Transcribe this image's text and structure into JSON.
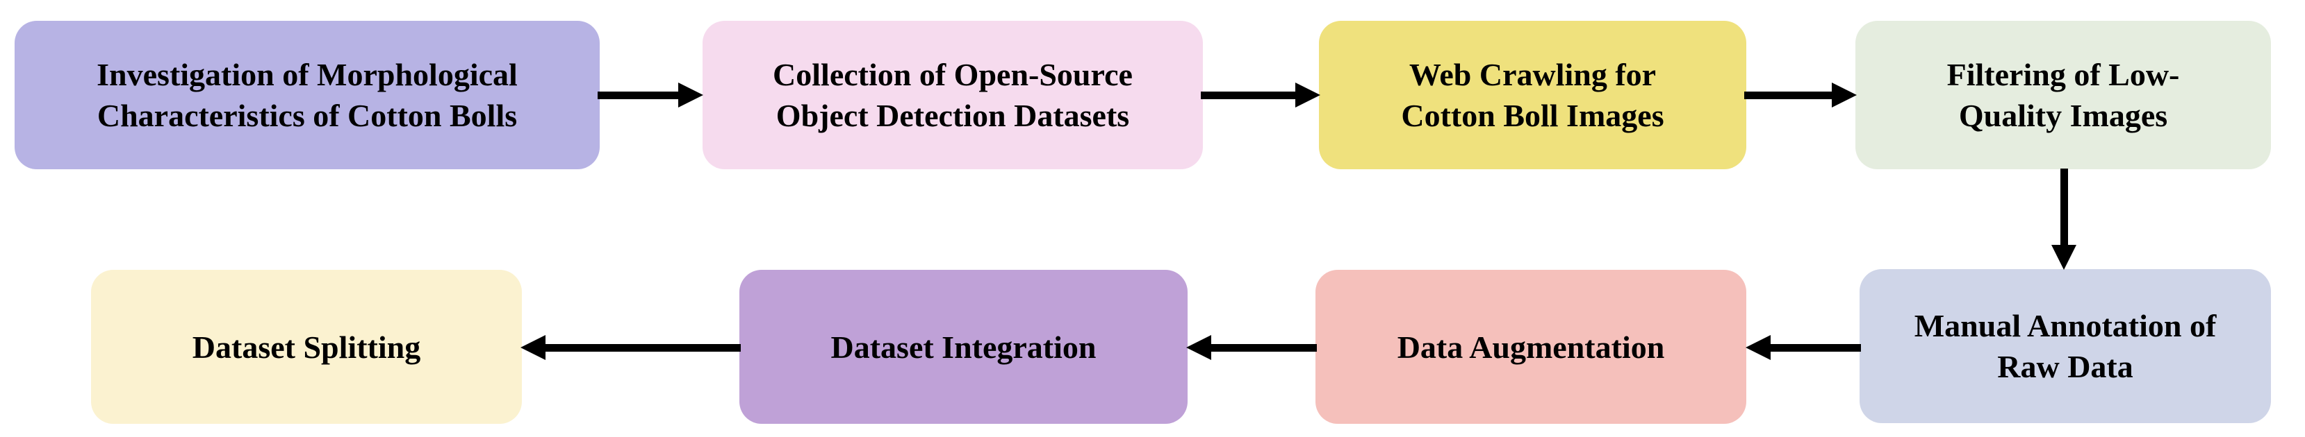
{
  "diagram": {
    "type": "flowchart",
    "text_color": "#000000",
    "arrow_color": "#000000",
    "nodes": [
      {
        "label": "Investigation of Morphological Characteristics of Cotton Bolls",
        "lines": [
          "Investigation of Morphological",
          "Characteristics of Cotton Bolls"
        ],
        "color": "#b7b3e4"
      },
      {
        "label": "Collection of Open-Source Object Detection Datasets",
        "lines": [
          "Collection of Open-Source",
          "Object Detection Datasets"
        ],
        "color": "#f6dbee"
      },
      {
        "label": "Web Crawling for Cotton Boll Images",
        "lines": [
          "Web Crawling for",
          "Cotton Boll Images"
        ],
        "color": "#efe17d"
      },
      {
        "label": "Filtering of Low-Quality Images",
        "lines": [
          "Filtering of Low-",
          "Quality Images"
        ],
        "color": "#e5eddf"
      },
      {
        "label": "Manual Annotation of Raw Data",
        "lines": [
          "Manual Annotation of",
          "Raw Data"
        ],
        "color": "#cfd5e8"
      },
      {
        "label": "Data Augmentation",
        "lines": [
          "Data Augmentation"
        ],
        "color": "#f5c0bb"
      },
      {
        "label": "Dataset Integration",
        "lines": [
          "Dataset Integration"
        ],
        "color": "#bfa1d7"
      },
      {
        "label": "Dataset Splitting",
        "lines": [
          "Dataset Splitting"
        ],
        "color": "#fbf2d0"
      }
    ],
    "edges": [
      {
        "from": 0,
        "to": 1,
        "direction": "right"
      },
      {
        "from": 1,
        "to": 2,
        "direction": "right"
      },
      {
        "from": 2,
        "to": 3,
        "direction": "right"
      },
      {
        "from": 3,
        "to": 4,
        "direction": "down"
      },
      {
        "from": 4,
        "to": 5,
        "direction": "left"
      },
      {
        "from": 5,
        "to": 6,
        "direction": "left"
      },
      {
        "from": 6,
        "to": 7,
        "direction": "left"
      }
    ]
  }
}
